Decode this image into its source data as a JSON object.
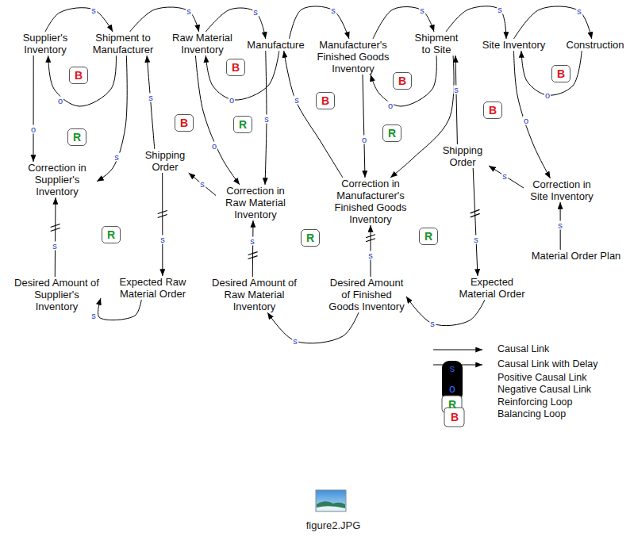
{
  "diagram": {
    "nodes": [
      {
        "text": [
          "Supplier's Inventory"
        ]
      },
      {
        "text": [
          "Shipment to Manufacturer"
        ]
      },
      {
        "text": [
          "Raw Material Inventory"
        ]
      },
      {
        "text": [
          "Manufacture"
        ]
      },
      {
        "text": [
          "Manufacturer's Finished Goods Inventory"
        ]
      },
      {
        "text": [
          "Shipment to Site"
        ]
      },
      {
        "text": [
          "Site Inventory"
        ]
      },
      {
        "text": [
          "Construction"
        ]
      },
      {
        "text": [
          "Correction in Supplier's Inventory"
        ]
      },
      {
        "text": [
          "Shipping Order"
        ]
      },
      {
        "text": [
          "Correction in Raw Material Inventory"
        ]
      },
      {
        "text": [
          "Correction in Manufacturer's Finished Goods Inventory"
        ]
      },
      {
        "text": [
          "Shipping Order"
        ]
      },
      {
        "text": [
          "Correction in Site Inventory"
        ]
      },
      {
        "text": [
          "Material Order Plan"
        ]
      },
      {
        "text": [
          "Desired Amount of Supplier's Inventory"
        ]
      },
      {
        "text": [
          "Expected Raw Material Order"
        ]
      },
      {
        "text": [
          "Desired Amount of Raw Material Inventory"
        ]
      },
      {
        "text": [
          "Desired Amount of Finished Goods Inventory"
        ]
      },
      {
        "text": [
          "Expected Material Order"
        ]
      },
      {
        "text": [
          "B"
        ]
      },
      {
        "text": [
          "R"
        ]
      },
      {
        "text": [
          "B"
        ]
      },
      {
        "text": [
          "R"
        ]
      },
      {
        "text": [
          "R"
        ]
      },
      {
        "text": [
          "B"
        ]
      },
      {
        "text": [
          "B"
        ]
      },
      {
        "text": [
          "B"
        ]
      },
      {
        "text": [
          "R"
        ]
      },
      {
        "text": [
          "R"
        ]
      },
      {
        "text": [
          "R"
        ]
      },
      {
        "text": [
          "B"
        ]
      },
      {
        "text": [
          "B"
        ]
      }
    ],
    "edges": [
      {
        "from": 0,
        "to": 1,
        "arrow": "to",
        "label": "s"
      },
      {
        "from": 1,
        "to": 0,
        "arrow": "to",
        "label": "o"
      },
      {
        "from": 0,
        "to": 8,
        "arrow": "to",
        "label": "o"
      },
      {
        "from": 1,
        "to": 8,
        "arrow": "to",
        "label": "s"
      },
      {
        "from": 15,
        "to": 8,
        "arrow": "to",
        "label": "s"
      },
      {
        "from": 16,
        "to": 15,
        "arrow": "to",
        "label": "s"
      },
      {
        "from": 9,
        "to": 1,
        "arrow": "to",
        "label": "s"
      },
      {
        "from": 9,
        "to": 16,
        "arrow": "to",
        "label": "s"
      },
      {
        "from": 1,
        "to": 2,
        "arrow": "to",
        "label": "s"
      },
      {
        "from": 2,
        "to": 3,
        "arrow": "to",
        "label": "s"
      },
      {
        "from": 3,
        "to": 2,
        "arrow": "to",
        "label": "o"
      },
      {
        "from": 2,
        "to": 10,
        "arrow": "to",
        "label": "o"
      },
      {
        "from": 3,
        "to": 10,
        "arrow": "to",
        "label": "s"
      },
      {
        "from": 17,
        "to": 10,
        "arrow": "to",
        "label": "s"
      },
      {
        "from": 10,
        "to": 9,
        "arrow": "to",
        "label": "s"
      },
      {
        "from": 3,
        "to": 4,
        "arrow": "to",
        "label": "s"
      },
      {
        "from": 4,
        "to": 5,
        "arrow": "to",
        "label": "s"
      },
      {
        "from": 5,
        "to": 4,
        "arrow": "to",
        "label": "o"
      },
      {
        "from": 4,
        "to": 11,
        "arrow": "to",
        "label": "o"
      },
      {
        "from": 5,
        "to": 11,
        "arrow": "to"
      },
      {
        "from": 11,
        "to": 3,
        "arrow": "to",
        "label": "s"
      },
      {
        "from": 18,
        "to": 11,
        "arrow": "to",
        "label": "s"
      },
      {
        "from": 18,
        "to": 17,
        "arrow": "to",
        "label": "s"
      },
      {
        "from": 12,
        "to": 5,
        "arrow": "to",
        "label": "s"
      },
      {
        "from": 12,
        "to": 19,
        "arrow": "to",
        "label": "s"
      },
      {
        "from": 19,
        "to": 18,
        "arrow": "to",
        "label": "s"
      },
      {
        "from": 13,
        "to": 12,
        "arrow": "to",
        "label": "s"
      },
      {
        "from": 5,
        "to": 6,
        "arrow": "to",
        "label": "s"
      },
      {
        "from": 6,
        "to": 7,
        "arrow": "to",
        "label": "s"
      },
      {
        "from": 7,
        "to": 6,
        "arrow": "to",
        "label": "o"
      },
      {
        "from": 6,
        "to": 13,
        "arrow": "to",
        "label": "o"
      },
      {
        "from": 14,
        "to": 13,
        "arrow": "to",
        "label": "s"
      }
    ],
    "labels": [
      "s",
      "o",
      "R",
      "B",
      "figure2.JPG"
    ],
    "legend": [
      {
        "text": "Causal Link"
      },
      {
        "text": "Causal Link with Delay"
      },
      {
        "text": "Positive Causal Link"
      },
      {
        "text": "Negative Causal Link"
      },
      {
        "text": "Reinforcing Loop"
      },
      {
        "text": "Balancing Loop"
      }
    ]
  }
}
